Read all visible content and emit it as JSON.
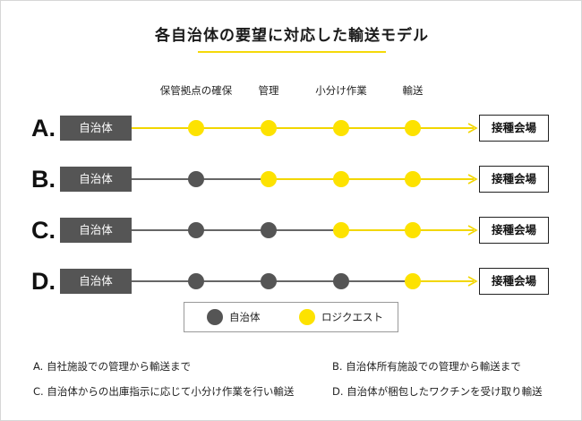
{
  "title": "各自治体の要望に対応した輸送モデル",
  "stages": [
    "保管拠点の確保",
    "管理",
    "小分け作業",
    "輸送"
  ],
  "source_label": "自治体",
  "destination_label": "接種会場",
  "colors": {
    "municipality": "#555555",
    "logistics": "#fde200",
    "line_yellow": "#f2d600"
  },
  "rows": [
    {
      "letter": "A.",
      "nodes": [
        "logistics",
        "logistics",
        "logistics",
        "logistics"
      ]
    },
    {
      "letter": "B.",
      "nodes": [
        "municipality",
        "logistics",
        "logistics",
        "logistics"
      ]
    },
    {
      "letter": "C.",
      "nodes": [
        "municipality",
        "municipality",
        "logistics",
        "logistics"
      ]
    },
    {
      "letter": "D.",
      "nodes": [
        "municipality",
        "municipality",
        "municipality",
        "logistics"
      ]
    }
  ],
  "legend": {
    "municipality": "自治体",
    "logistics": "ロジクエスト"
  },
  "notes": [
    "A. 自社施設での管理から輸送まで",
    "B. 自治体所有施設での管理から輸送まで",
    "C. 自治体からの出庫指示に応じて小分け作業を行い輸送",
    "D. 自治体が梱包したワクチンを受け取り輸送"
  ]
}
